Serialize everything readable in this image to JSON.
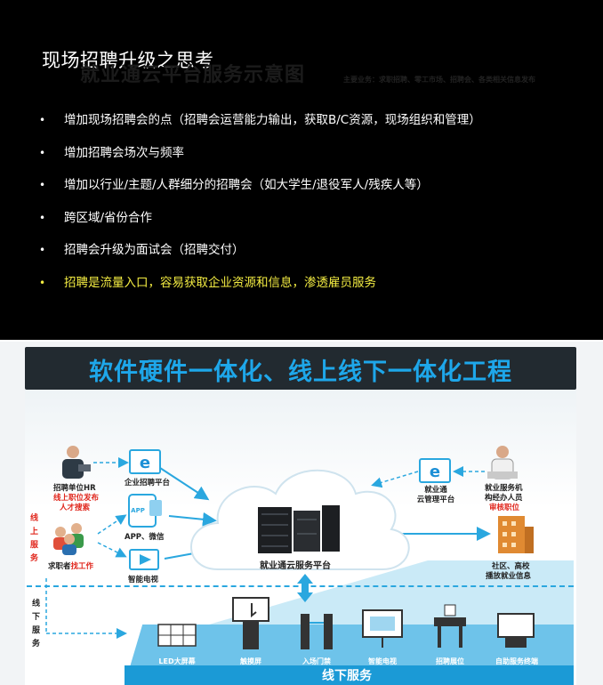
{
  "slide": {
    "title": "现场招聘升级之思考",
    "bullet_symbol": "•",
    "bullets": [
      "增加现场招聘会的点（招聘会运营能力输出，获取B/C资源，现场组织和管理）",
      "增加招聘会场次与频率",
      "增加以行业/主题/人群细分的招聘会（如大学生/退役军人/残疾人等）",
      "跨区域/省份合作",
      "招聘会升级为面试会（招聘交付）",
      "招聘是流量入口，容易获取企业资源和信息，渗透雇员服务"
    ],
    "highlight_color": "#f3ec42"
  },
  "diagram": {
    "banner": "软件硬件一体化、线上线下一体化工程",
    "title": "就业通云平台服务示意图",
    "subtitle": "主要业务：求职招聘、零工市场、招聘会、各类相关信息发布",
    "hr": {
      "title": "招聘单位HR",
      "action1": "线上职位发布",
      "action2": "人才搜索"
    },
    "seeker": {
      "prefix": "求职者",
      "action": "找工作"
    },
    "enterprise_platform": "企业招聘平台",
    "app": "APP、微信",
    "app_icon_text": "APP",
    "smart_tv": "智能电视",
    "cloud_platform": "就业通云服务平台",
    "mgmt_platform": {
      "line1": "就业通",
      "line2": "云管理平台"
    },
    "service_org": {
      "line1": "就业服务机",
      "line2": "构经办人员",
      "line3": "审核职位"
    },
    "community": {
      "line1": "社区、高校",
      "line2": "播放就业信息"
    },
    "online_side": [
      "线",
      "上",
      "服",
      "务"
    ],
    "offline_side": [
      "线",
      "下",
      "服",
      "务"
    ],
    "devices": [
      "LED大屏幕",
      "触摸屏",
      "入场门禁",
      "智能电视",
      "招聘展位",
      "自助服务终端"
    ],
    "offline_label": "线下服务",
    "colors": {
      "banner_text": "#1ea7ea",
      "accent_red": "#e0251b",
      "line_blue": "#2aa7df",
      "floor_blue": "#1b9ad6"
    }
  }
}
